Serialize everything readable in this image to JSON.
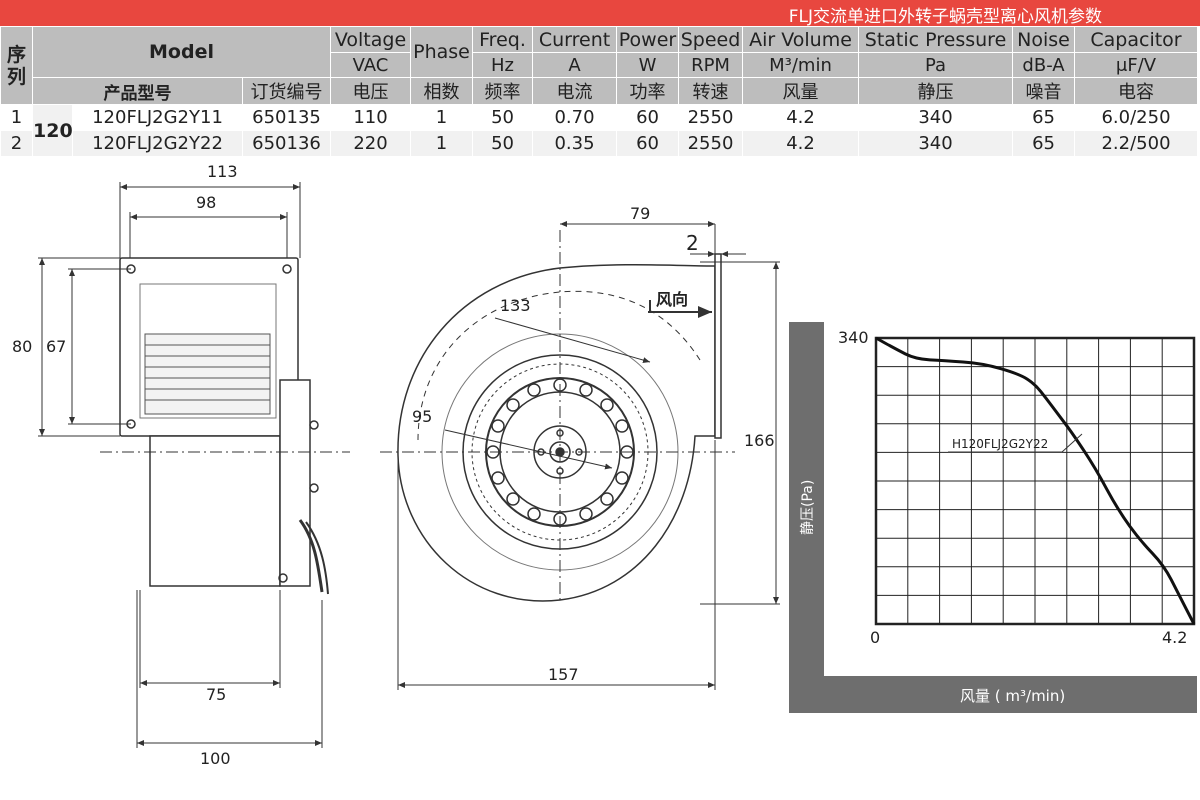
{
  "title": "FLJ交流单进口外转子蜗壳型离心风机参数",
  "table": {
    "seq_label": "序列",
    "model_label": "Model",
    "product_label": "产品型号",
    "order_label": "订货编号",
    "columns": [
      {
        "en": "Voltage",
        "unit": "VAC",
        "zh": "电压"
      },
      {
        "en": "Phase",
        "unit": "",
        "zh": "相数"
      },
      {
        "en": "Freq.",
        "unit": "Hz",
        "zh": "频率"
      },
      {
        "en": "Current",
        "unit": "A",
        "zh": "电流"
      },
      {
        "en": "Power",
        "unit": "W",
        "zh": "功率"
      },
      {
        "en": "Speed",
        "unit": "RPM",
        "zh": "转速"
      },
      {
        "en": "Air Volume",
        "unit": "M³/min",
        "zh": "风量"
      },
      {
        "en": "Static Pressure",
        "unit": "Pa",
        "zh": "静压"
      },
      {
        "en": "Noise",
        "unit": "dB-A",
        "zh": "噪音"
      },
      {
        "en": "Capacitor",
        "unit": "μF/V",
        "zh": "电容"
      }
    ],
    "group": "120",
    "rows": [
      {
        "no": "1",
        "model": "120FLJ2G2Y11",
        "order": "650135",
        "cells": [
          "110",
          "1",
          "50",
          "0.70",
          "60",
          "2550",
          "4.2",
          "340",
          "65",
          "6.0/250"
        ]
      },
      {
        "no": "2",
        "model": "120FLJ2G2Y22",
        "order": "650136",
        "cells": [
          "220",
          "1",
          "50",
          "0.35",
          "60",
          "2550",
          "4.2",
          "340",
          "65",
          "2.2/500"
        ]
      }
    ]
  },
  "drawing": {
    "side_dims": {
      "w_outer": "113",
      "w_inner": "98",
      "h_outer": "80",
      "h_inner": "67",
      "base_inner": "75",
      "base_outer": "100"
    },
    "front_dims": {
      "outlet": "79",
      "flange": "2",
      "radius_outer": "133",
      "radius_inner": "95",
      "width": "157",
      "height": "166"
    },
    "airflow_label": "风向"
  },
  "chart_data": {
    "type": "line",
    "xlabel": "风量 ( m³/min)",
    "ylabel": "静压(Pa)",
    "xlim": [
      0,
      4.2
    ],
    "ylim": [
      0,
      340
    ],
    "x_tick_labels": [
      "0",
      "4.2"
    ],
    "y_tick_labels": [
      "340"
    ],
    "grid": true,
    "series": [
      {
        "name": "H120FLJ2G2Y22",
        "x": [
          0,
          0.26,
          0.52,
          0.9,
          1.4,
          1.9,
          2.1,
          2.25,
          2.4,
          2.6,
          2.9,
          3.2,
          3.5,
          3.8,
          4.0,
          4.2
        ],
        "y": [
          340,
          327,
          315,
          313,
          310,
          297,
          285,
          268,
          250,
          226,
          185,
          135,
          98,
          70,
          35,
          0
        ]
      }
    ]
  }
}
